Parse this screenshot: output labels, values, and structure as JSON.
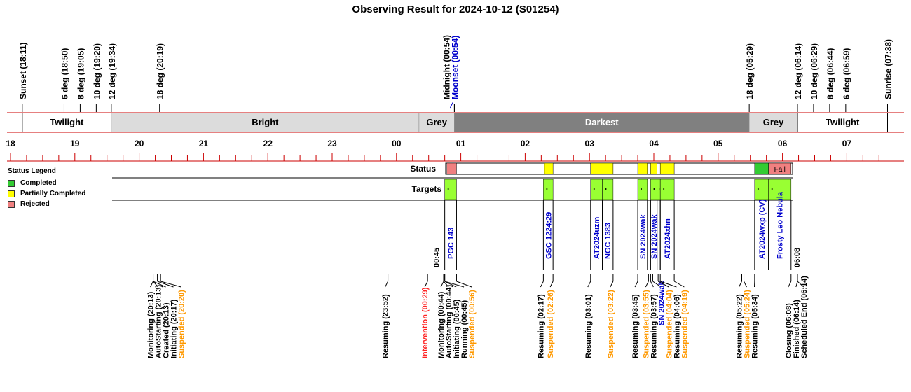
{
  "title": "Observing Result for 2024-10-12 (S01254)",
  "colors": {
    "twilight": "#ffffff",
    "bright": "#dcdcdc",
    "grey": "#dcdcdc",
    "darkest": "#808080",
    "redline": "#cc0000",
    "completed": "#33cc33",
    "partial": "#ffff00",
    "rejected": "#f08080",
    "target": "#99ff33",
    "orange": "#ff9900",
    "intervention": "#ff2222",
    "blue": "#0000cc"
  },
  "events": [
    {
      "label": "Sunset (18:11)",
      "time": 18.183,
      "color": "black"
    },
    {
      "label": "6 deg (18:50)",
      "time": 18.833,
      "color": "black"
    },
    {
      "label": "8 deg (19:05)",
      "time": 19.083,
      "color": "black"
    },
    {
      "label": "10 deg (19:20)",
      "time": 19.333,
      "color": "black"
    },
    {
      "label": "12 deg (19:34)",
      "time": 19.567,
      "color": "black"
    },
    {
      "label": "18 deg (20:19)",
      "time": 20.317,
      "color": "black"
    },
    {
      "label": "Moonset (00:54)",
      "time": 24.9,
      "color": "blue"
    },
    {
      "label": "Midnight (00:54)",
      "time": 24.9,
      "color": "black"
    },
    {
      "label": "18 deg (05:29)",
      "time": 29.483,
      "color": "black"
    },
    {
      "label": "12 deg (06:14)",
      "time": 30.233,
      "color": "black"
    },
    {
      "label": "10 deg (06:29)",
      "time": 30.483,
      "color": "black"
    },
    {
      "label": "8 deg (06:44)",
      "time": 30.733,
      "color": "black"
    },
    {
      "label": "6 deg (06:59)",
      "time": 30.983,
      "color": "black"
    },
    {
      "label": "Sunrise (07:38)",
      "time": 31.633,
      "color": "black"
    }
  ],
  "bands": [
    {
      "label": "Twilight",
      "start": 18.183,
      "end": 19.567,
      "shade": "twilight"
    },
    {
      "label": "Bright",
      "start": 19.567,
      "end": 24.35,
      "shade": "bright"
    },
    {
      "label": "Grey",
      "start": 24.35,
      "end": 24.9,
      "shade": "grey"
    },
    {
      "label": "Darkest",
      "start": 24.9,
      "end": 29.483,
      "shade": "darkest"
    },
    {
      "label": "Grey",
      "start": 29.483,
      "end": 30.233,
      "shade": "grey"
    },
    {
      "label": "Twilight",
      "start": 30.233,
      "end": 31.633,
      "shade": "twilight"
    }
  ],
  "hour_labels": [
    "18",
    "19",
    "20",
    "21",
    "22",
    "23",
    "00",
    "01",
    "02",
    "03",
    "04",
    "05",
    "06",
    "07"
  ],
  "legend": {
    "title": "Status Legend",
    "items": [
      {
        "label": "Completed",
        "color": "#33cc33"
      },
      {
        "label": "Partially Completed",
        "color": "#ffff00"
      },
      {
        "label": "Rejected",
        "color": "#f08080"
      }
    ]
  },
  "rows": {
    "status": "Status",
    "targets": "Targets"
  },
  "status_blocks": [
    {
      "start": 24.783,
      "end": 24.933,
      "state": "rejected",
      "label": ""
    },
    {
      "start": 26.3,
      "end": 26.433,
      "state": "partial",
      "label": ""
    },
    {
      "start": 27.017,
      "end": 27.367,
      "state": "partial",
      "label": ""
    },
    {
      "start": 27.75,
      "end": 27.9,
      "state": "partial",
      "label": ""
    },
    {
      "start": 27.95,
      "end": 28.05,
      "state": "partial",
      "label": ""
    },
    {
      "start": 28.1,
      "end": 28.317,
      "state": "partial",
      "label": ""
    },
    {
      "start": 29.567,
      "end": 29.783,
      "state": "completed",
      "label": ""
    },
    {
      "start": 29.783,
      "end": 30.133,
      "state": "rejected",
      "label": "Fail"
    }
  ],
  "targets": [
    {
      "name": "PGC 143",
      "start": 24.75,
      "end": 24.933
    },
    {
      "name": "GSC 1224:29",
      "start": 26.283,
      "end": 26.433
    },
    {
      "name": "AT2024uzm",
      "start": 27.017,
      "end": 27.2
    },
    {
      "name": "NGC 1383",
      "start": 27.2,
      "end": 27.367
    },
    {
      "name": "SN 2024wak",
      "start": 27.75,
      "end": 27.9
    },
    {
      "name": "SN 2024wak",
      "start": 27.95,
      "end": 28.05
    },
    {
      "name": "",
      "start": 28.05,
      "end": 28.1
    },
    {
      "name": "AT2024xhn",
      "start": 28.1,
      "end": 28.317
    },
    {
      "name": "AT2024wxp (CV)",
      "start": 29.567,
      "end": 29.783
    },
    {
      "name": "Frosty Leo Nebula",
      "start": 29.783,
      "end": 30.133
    }
  ],
  "run_times": [
    {
      "label": "00:45",
      "time": 24.75
    },
    {
      "label": "06:08",
      "time": 30.133
    }
  ],
  "log": [
    {
      "label": "Monitoring (20:13)",
      "time": 20.217,
      "kind": "normal"
    },
    {
      "label": "AutoStarting (20:13)",
      "time": 20.217,
      "kind": "normal"
    },
    {
      "label": "Created (20:13)",
      "time": 20.217,
      "kind": "normal"
    },
    {
      "label": "Initiating (20:17)",
      "time": 20.283,
      "kind": "normal"
    },
    {
      "label": "Suspended (20:20)",
      "time": 20.333,
      "kind": "suspended"
    },
    {
      "label": "Resuming (23:52)",
      "time": 23.867,
      "kind": "normal"
    },
    {
      "label": "Intervention (00:29)",
      "time": 24.483,
      "kind": "intervention"
    },
    {
      "label": "Monitoring (00:44)",
      "time": 24.733,
      "kind": "normal"
    },
    {
      "label": "AutoStarting (00:44)",
      "time": 24.733,
      "kind": "normal"
    },
    {
      "label": "Initiating (00:45)",
      "time": 24.75,
      "kind": "normal"
    },
    {
      "label": "Running (00:45)",
      "time": 24.75,
      "kind": "normal"
    },
    {
      "label": "Suspended (00:56)",
      "time": 24.933,
      "kind": "suspended"
    },
    {
      "label": "Resuming (02:17)",
      "time": 26.283,
      "kind": "normal"
    },
    {
      "label": "Suspended (02:26)",
      "time": 26.433,
      "kind": "suspended"
    },
    {
      "label": "Resuming (03:01)",
      "time": 27.017,
      "kind": "normal"
    },
    {
      "label": "Suspended (03:22)",
      "time": 27.367,
      "kind": "suspended"
    },
    {
      "label": "Resuming (03:45)",
      "time": 27.75,
      "kind": "normal"
    },
    {
      "label": "Suspended (03:55)",
      "time": 27.917,
      "kind": "suspended"
    },
    {
      "label": "Resuming (03:57)",
      "time": 27.95,
      "kind": "normal"
    },
    {
      "label": "SN 2024wak",
      "time": 27.983,
      "kind": "target"
    },
    {
      "label": "Suspended (04:04)",
      "time": 28.067,
      "kind": "suspended"
    },
    {
      "label": "Resuming (04:06)",
      "time": 28.1,
      "kind": "normal"
    },
    {
      "label": "Suspended (04:19)",
      "time": 28.317,
      "kind": "suspended"
    },
    {
      "label": "Resuming (05:22)",
      "time": 29.367,
      "kind": "normal"
    },
    {
      "label": "Suspended (05:24)",
      "time": 29.4,
      "kind": "suspended"
    },
    {
      "label": "Resuming (05:34)",
      "time": 29.567,
      "kind": "normal"
    },
    {
      "label": "Closing (06:08)",
      "time": 30.133,
      "kind": "normal"
    },
    {
      "label": "Finished (06:14)",
      "time": 30.233,
      "kind": "normal"
    },
    {
      "label": "Scheduled End (06:14)",
      "time": 30.233,
      "kind": "normal"
    }
  ]
}
